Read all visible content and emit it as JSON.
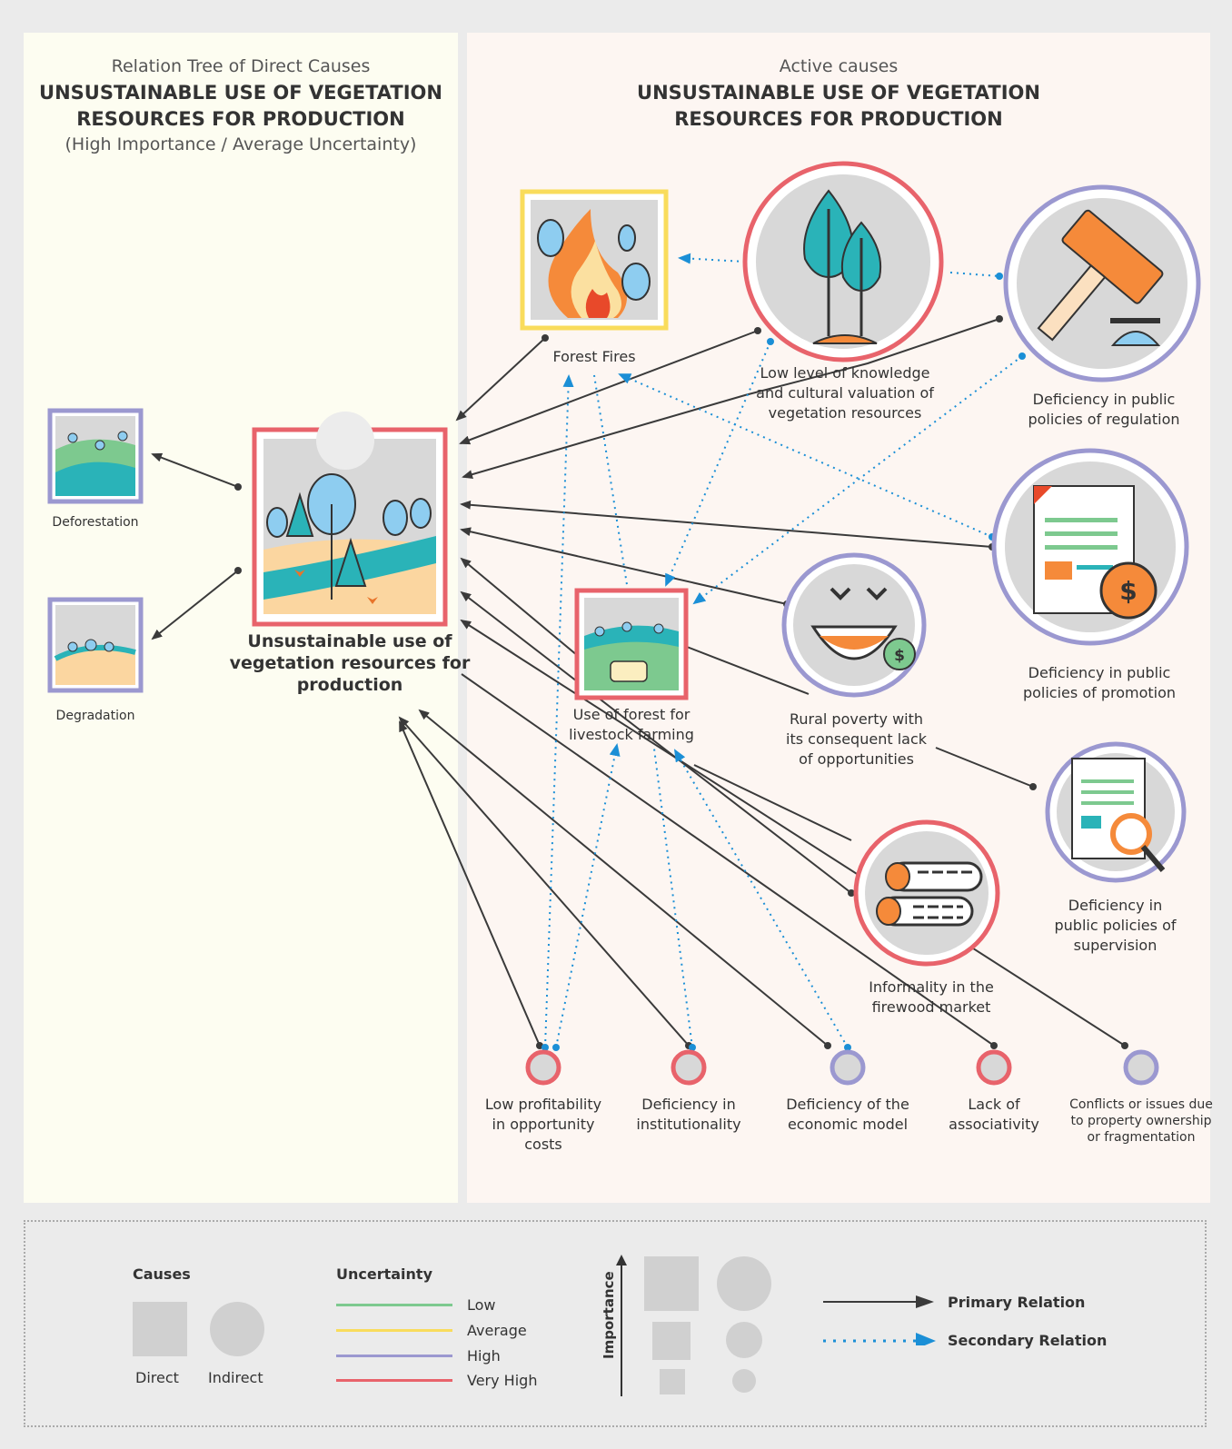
{
  "left_panel": {
    "subtitle": "Relation Tree of Direct Causes",
    "title_line1": "UNSUSTAINABLE USE OF VEGETATION",
    "title_line2": "RESOURCES FOR PRODUCTION",
    "importance_note": "(High Importance / Average Uncertainty)"
  },
  "right_panel": {
    "subtitle": "Active causes",
    "title_line1": "UNSUSTAINABLE USE OF VEGETATION",
    "title_line2": "RESOURCES FOR PRODUCTION"
  },
  "nodes": {
    "central": [
      "Unsustainable use of",
      "vegetation resources for",
      "production"
    ],
    "deforestation": "Deforestation",
    "degradation": "Degradation",
    "forest_fires": "Forest Fires",
    "knowledge": [
      "Low level of knowledge",
      "and cultural valuation of",
      "vegetation resources"
    ],
    "regulation": [
      "Deficiency in public",
      "policies of regulation"
    ],
    "promotion": [
      "Deficiency in public",
      "policies of promotion"
    ],
    "livestock": [
      "Use of forest for",
      "livestock farming"
    ],
    "poverty": [
      "Rural poverty with",
      "its consequent lack",
      "of opportunities"
    ],
    "supervision": [
      "Deficiency in",
      "public policies of",
      "supervision"
    ],
    "firewood": [
      "Informality in the",
      "firewood market"
    ],
    "profitability": [
      "Low profitability",
      "in opportunity",
      "costs"
    ],
    "institutionality": [
      "Deficiency in",
      "institutionality"
    ],
    "economic_model": [
      "Deficiency of the",
      "economic model"
    ],
    "associativity": [
      "Lack of",
      "associativity"
    ],
    "property": [
      "Conflicts or issues due",
      "to property ownership",
      "or fragmentation"
    ]
  },
  "legend": {
    "causes_heading": "Causes",
    "direct": "Direct",
    "indirect": "Indirect",
    "uncertainty_heading": "Uncertainty",
    "levels": [
      {
        "label": "Low",
        "color": "#7dc98f"
      },
      {
        "label": "Average",
        "color": "#f9dc5c"
      },
      {
        "label": "High",
        "color": "#9b98d0"
      },
      {
        "label": "Very High",
        "color": "#e8636b"
      }
    ],
    "importance_label": "Importance",
    "primary_relation": "Primary Relation",
    "secondary_relation": "Secondary Relation"
  },
  "colors": {
    "very_high": "#e8636b",
    "high": "#9b98d0",
    "average": "#f9dc5c",
    "low": "#7dc98f",
    "secondary_arrow": "#1b8fd6",
    "primary_arrow": "#3a3a3a"
  }
}
